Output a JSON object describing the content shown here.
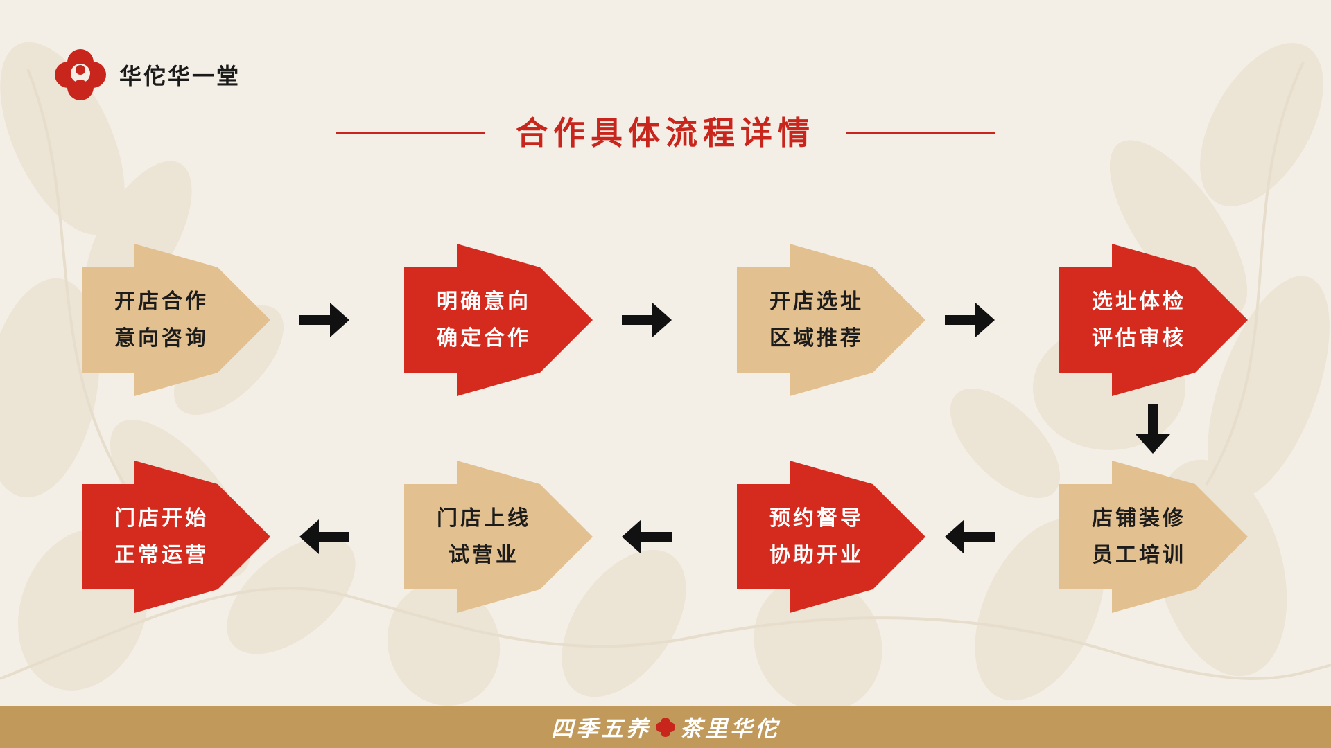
{
  "brand": {
    "name": "华佗华一堂"
  },
  "title": "合作具体流程详情",
  "colors": {
    "red": "#d52b1e",
    "tan": "#e3c08f",
    "accent": "#c8261d",
    "footer": "#c19a5b",
    "background": "#f4efe6"
  },
  "steps": [
    {
      "line1": "开店合作",
      "line2": "意向咨询",
      "style": "tan"
    },
    {
      "line1": "明确意向",
      "line2": "确定合作",
      "style": "red"
    },
    {
      "line1": "开店选址",
      "line2": "区域推荐",
      "style": "tan"
    },
    {
      "line1": "选址体检",
      "line2": "评估审核",
      "style": "red"
    },
    {
      "line1": "店铺装修",
      "line2": "员工培训",
      "style": "tan"
    },
    {
      "line1": "预约督导",
      "line2": "协助开业",
      "style": "red"
    },
    {
      "line1": "门店上线",
      "line2": "试营业",
      "style": "tan"
    },
    {
      "line1": "门店开始",
      "line2": "正常运营",
      "style": "red"
    }
  ],
  "connectors": [
    {
      "direction": "right-arrow-icon"
    },
    {
      "direction": "right-arrow-icon"
    },
    {
      "direction": "right-arrow-icon"
    },
    {
      "direction": "down-arrow-icon"
    },
    {
      "direction": "left-arrow-icon"
    },
    {
      "direction": "left-arrow-icon"
    },
    {
      "direction": "left-arrow-icon"
    }
  ],
  "footer": {
    "slogan_left": "四季五养",
    "slogan_right": "茶里华佗",
    "divider_icon": "flower-icon"
  }
}
